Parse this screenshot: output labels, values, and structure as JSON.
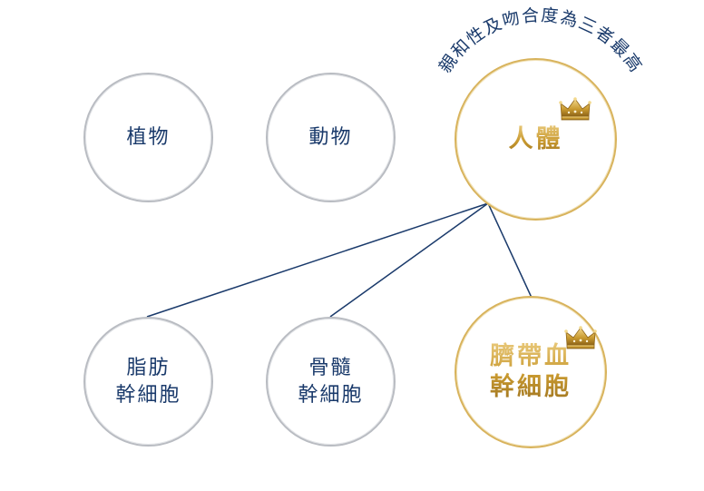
{
  "colors": {
    "navy": "#1a3a6b",
    "gold": "#c8992f",
    "silver": "#b9bcc2"
  },
  "top_row": {
    "plant": "植物",
    "animal": "動物",
    "human": "人體"
  },
  "bottom_row": {
    "adipose": [
      "脂肪",
      "幹細胞"
    ],
    "bone_marrow": [
      "骨髓",
      "幹細胞"
    ],
    "cord_blood": [
      "臍帶血",
      "幹細胞"
    ]
  },
  "arc_caption": "親和性及吻合度為三者最高",
  "icons": {
    "crown_human": "crown-icon",
    "crown_cord_blood": "crown-icon"
  }
}
